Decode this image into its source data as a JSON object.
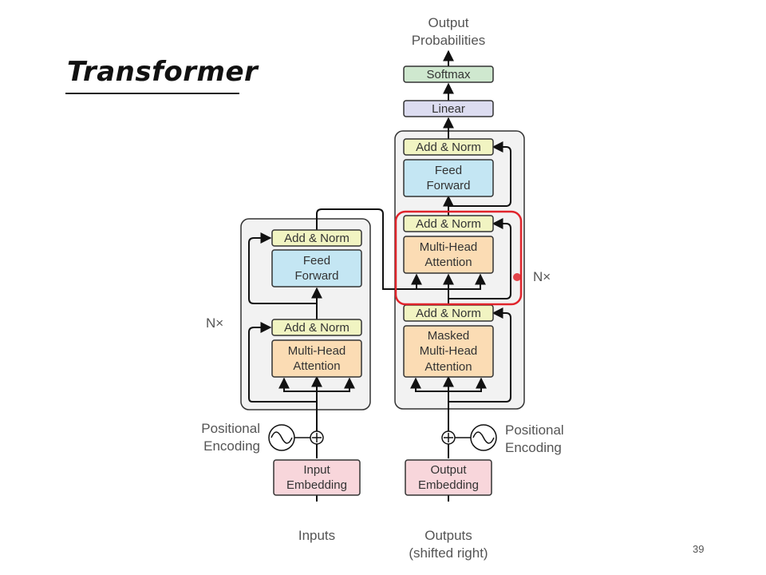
{
  "slide": {
    "title": "Transformer",
    "page_number": "39"
  },
  "colors": {
    "add_norm": "#f1f4c2",
    "feed_forward": "#c4e6f3",
    "attention": "#fbdcb4",
    "embedding": "#f8d6db",
    "linear": "#dcdcf0",
    "softmax": "#cfe8cf",
    "stack_bg": "#f2f2f2",
    "highlight": "#e0242b"
  },
  "diagram": {
    "output_probabilities": [
      "Output",
      "Probabilities"
    ],
    "softmax": "Softmax",
    "linear": "Linear",
    "encoder": {
      "add_norm_top": "Add & Norm",
      "feed_forward": [
        "Feed",
        "Forward"
      ],
      "add_norm_bottom": "Add & Norm",
      "attention": [
        "Multi-Head",
        "Attention"
      ],
      "repeat": "N×"
    },
    "decoder": {
      "add_norm_top": "Add & Norm",
      "feed_forward": [
        "Feed",
        "Forward"
      ],
      "add_norm_mid": "Add & Norm",
      "cross_attention": [
        "Multi-Head",
        "Attention"
      ],
      "add_norm_bottom": "Add & Norm",
      "masked_attention": [
        "Masked",
        "Multi-Head",
        "Attention"
      ],
      "repeat": "N×"
    },
    "positional_encoding_left": [
      "Positional",
      "Encoding"
    ],
    "positional_encoding_right": [
      "Positional",
      "Encoding"
    ],
    "input_embedding": [
      "Input",
      "Embedding"
    ],
    "output_embedding": [
      "Output",
      "Embedding"
    ],
    "inputs": "Inputs",
    "outputs": [
      "Outputs",
      "(shifted right)"
    ]
  }
}
